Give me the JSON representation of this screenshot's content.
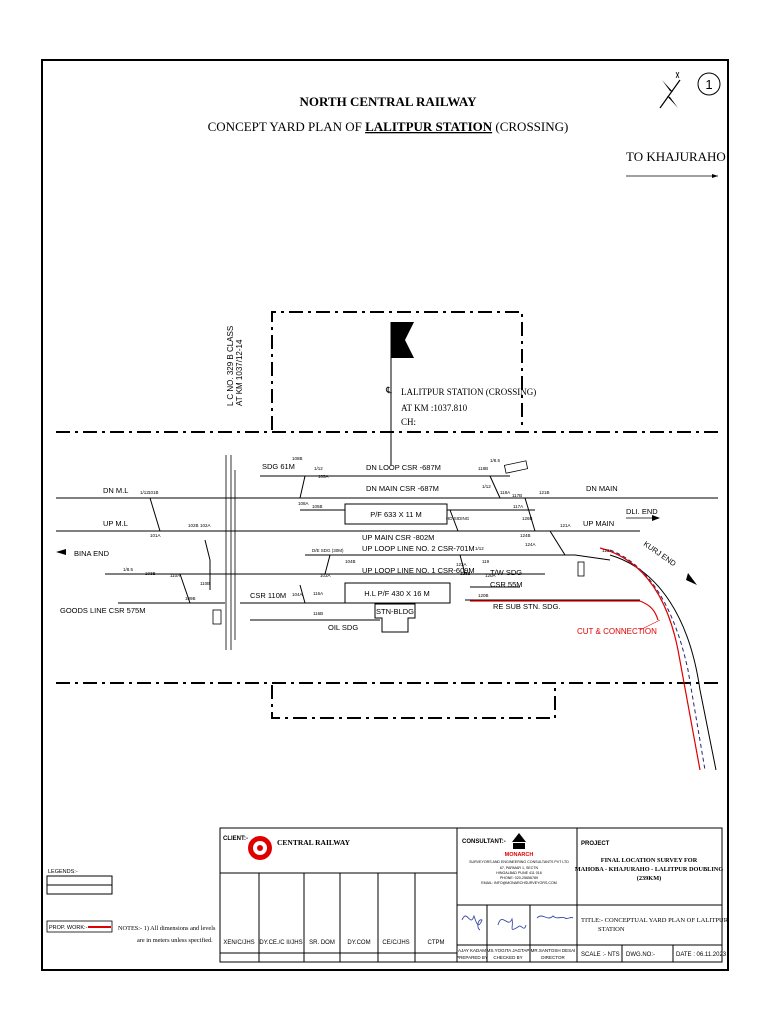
{
  "sheet_number": "1",
  "title_block": {
    "organisation": "NORTH CENTRAL RAILWAY",
    "plan_title_prefix": "CONCEPT YARD PLAN OF ",
    "station_name": "LALITPUR STATION",
    "plan_title_suffix": " (CROSSING)"
  },
  "direction": {
    "to_khajuraho": "TO KHAJURAHO",
    "bina_end": "BINA END",
    "dli_end": "DLI. END",
    "kurj_end": "KURJ END"
  },
  "level_crossing": {
    "line1": "L C NO. 329 B CLASS",
    "line2": "AT KM 1037/12-14"
  },
  "station_centre": {
    "name": "LALITPUR STATION (CROSSING)",
    "km": "AT KM :1037.810",
    "ch": "CH:"
  },
  "lines": {
    "sdg": "SDG 61M",
    "dn_loop": "DN LOOP CSR -687M",
    "dn_main_csr": "DN MAIN CSR -687M",
    "dn_ml": "DN M.L",
    "up_ml": "UP M.L",
    "dn_main": "DN MAIN",
    "up_main": "UP MAIN",
    "pf1": "P/F 633 X 11 M",
    "up_main_csr": "UP MAIN CSR -802M",
    "up_loop2": "UP LOOP LINE NO. 2 CSR-701M",
    "up_loop1": "UP LOOP LINE NO. 1 CSR-609M",
    "hl_pf": "H.L P/F 430 X 16 M",
    "stn_bldg": "STN-BLDG",
    "csr110": "CSR 110M",
    "oil_sdg": "OIL SDG",
    "goods": "GOODS LINE CSR 575M",
    "tw_sdg": "T/W SDG",
    "csr55": "CSR 55M",
    "re_sub": "RE SUB STN. SDG.",
    "cut_connection": "CUT & CONNECTION",
    "de_sdg": "D/E SDG (30M)",
    "hd_siding": "HD SIDING"
  },
  "points": [
    "108B",
    "1/12",
    "108A",
    "105A",
    "105B",
    "101B",
    "1/12",
    "101A",
    "102B",
    "102A",
    "110B",
    "110A",
    "109B",
    "1/8.5",
    "103B",
    "103A",
    "104B",
    "104A",
    "116A",
    "116B",
    "1/8.5",
    "1/12",
    "118B",
    "118A",
    "117B",
    "117A",
    "121B",
    "121A",
    "126B",
    "124A",
    "124B",
    "123A",
    "123B",
    "120A",
    "120B",
    "119",
    "122",
    "1/12"
  ],
  "legends": {
    "title": "LEGENDS:-",
    "prop_work": "PROP. WORK:-",
    "prop_work_color": "#e00000"
  },
  "notes": {
    "line1": "NOTES:- 1) All dimensions and levels",
    "line2": "are in meters unless specified."
  },
  "client": {
    "label": "CLIENT:-",
    "name": "CENTRAL RAILWAY"
  },
  "signatories": [
    "XEN/C/JHS",
    "DY.CE./C II/JHS",
    "SR. DOM",
    "DY.COM",
    "CE/C/JHS",
    "CTPM"
  ],
  "consultant": {
    "label": "CONSULTANT:-",
    "firm": "MONARCH",
    "firm_full": "SURVEYORS AND ENGINEERING CONSULTANTS PVT LTD",
    "address1": "67, PARMAR 1, SECTN",
    "address2": "HINGALBAD PUNE 411 016",
    "address3": "PHONE: 020-25656789",
    "address4": "EMAIL: INFO@MONARCHSURVEYORS.COM"
  },
  "people": {
    "prepared": "AJAY KADAM",
    "checked": "MS.YOGITA JAGTAP",
    "director": "MR.SANTOSH DESAI",
    "prepared_label": "PREPARED BY",
    "checked_label": "CHECKED BY",
    "director_label": "DIRECTOR"
  },
  "project": {
    "label": "PROJECT",
    "line1": "FINAL LOCATION SURVEY FOR",
    "line2": "MAHOBA - KHAJURAHO - LALITPUR DOUBLING",
    "line3": "(239KM)"
  },
  "drawing_title": {
    "line1": "TITLE:- CONCEPTUAL YARD PLAN OF LALITPUR",
    "line2": "STATION"
  },
  "scale": "SCALE :- NTS",
  "dwg_no": "DWG.NO:-",
  "date": "DATE : 06.11.2023",
  "colors": {
    "proposed": "#e00000",
    "existing": "#000000",
    "alignment": "#1a2b6d"
  }
}
